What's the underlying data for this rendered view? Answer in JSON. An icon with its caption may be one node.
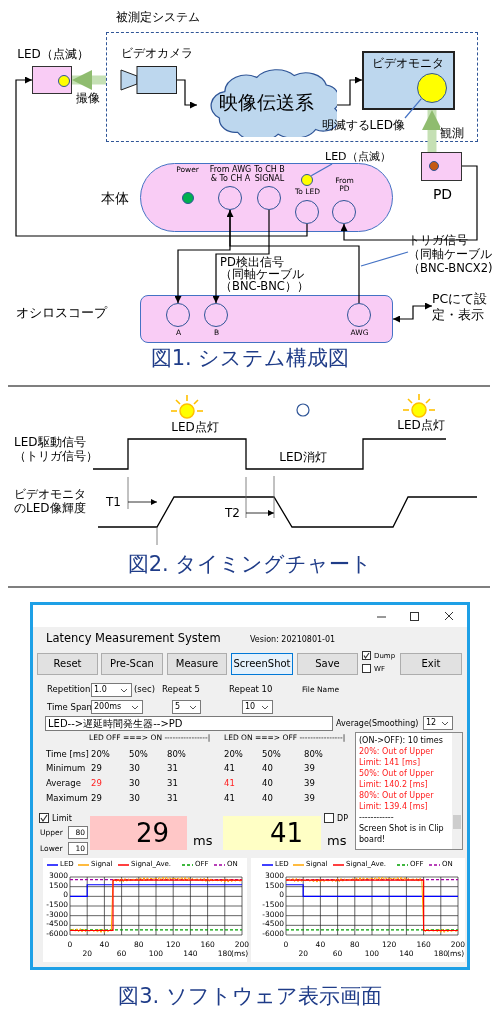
{
  "diagram": {
    "nodes": [
      {
        "text": [
          "被測定システム"
        ]
      },
      {
        "text": [
          "LED（点滅）"
        ]
      },
      {
        "text": [
          "ビデオカメラ"
        ],
        "in": 0
      },
      {
        "text": [
          "映像伝送系"
        ],
        "in": 0
      },
      {
        "text": [
          "ビデオモニタ"
        ],
        "in": 0
      },
      {
        "text": [
          "明滅するLED像"
        ],
        "in": 0
      },
      {
        "text": [],
        "shape": "circle",
        "in": 4
      },
      {
        "text": [
          "PD"
        ]
      },
      {
        "text": [
          "本体"
        ]
      },
      {
        "text": [
          "Power"
        ],
        "in": 8
      },
      {
        "text": [
          "From AWG & To CH A"
        ],
        "in": 8
      },
      {
        "text": [
          "To CH B SIGNAL"
        ],
        "in": 8
      },
      {
        "text": [
          "LED（点滅）"
        ]
      },
      {
        "text": [],
        "shape": "circle",
        "in": 8
      },
      {
        "text": [
          "To LED"
        ],
        "in": 8
      },
      {
        "text": [
          "From PD"
        ],
        "in": 8
      },
      {
        "text": [
          "オシロスコープ"
        ]
      },
      {
        "text": [
          "A"
        ],
        "in": 16
      },
      {
        "text": [
          "B"
        ],
        "in": 16
      },
      {
        "text": [
          "AWG"
        ],
        "in": 16
      },
      {
        "text": [
          "PCにて設定・表示"
        ]
      },
      {
        "text": [
          "トリガ信号（同軸ケーブル（BNC-BNCX2)"
        ]
      }
    ],
    "edges": [
      {
        "from": 0,
        "to": 1,
        "arrow": "to",
        "label": "撮像",
        "style": "thick",
        "color": "#c5e0b4"
      },
      {
        "from": 2,
        "to": 3,
        "arrow": "to"
      },
      {
        "from": 3,
        "to": 4,
        "arrow": "to"
      },
      {
        "from": 7,
        "to": 4,
        "arrow": "to",
        "label": "観測",
        "style": "thick",
        "color": "#c5e0b4"
      },
      {
        "from": 5,
        "to": 6,
        "arrow": "none",
        "color": "#4472c4"
      },
      {
        "from": 12,
        "to": 13,
        "arrow": "none",
        "color": "#4472c4"
      },
      {
        "from": 14,
        "to": 1,
        "arrow": "to"
      },
      {
        "from": 7,
        "to": 15,
        "arrow": "to"
      },
      {
        "from": 19,
        "to": 10,
        "arrow": "to"
      },
      {
        "from": 10,
        "to": 17,
        "arrow": "to"
      },
      {
        "from": 11,
        "to": 18,
        "arrow": "to",
        "label": "PD検出信号（同軸ケーブル（BNC-BNC））"
      },
      {
        "from": 21,
        "to": null,
        "arrow": "none",
        "color": "#4472c4"
      },
      {
        "from": 16,
        "to": 20,
        "arrow": "both"
      }
    ],
    "labels": [
      "図1. システム構成図",
      "LED点灯",
      "LED点灯",
      "LED駆動信号（トリガ信号）",
      "LED消灯",
      "ビデオモニタのLED像輝度",
      "T1",
      "T2",
      "図2. タイミングチャート",
      "Latency Measurement System",
      "Vesion: 20210801-01",
      "Reset",
      "Pre-Scan",
      "Measure",
      "ScreenShot",
      "Save",
      "Dump",
      "WF",
      "Exit",
      "Repetition",
      "1.0",
      "(sec)",
      "Repeat 5",
      "Repeat 10",
      "File Name",
      "Time Span",
      "200ms",
      "5",
      "10",
      "LED-->遅延時間発生器-->PD",
      "Average(Smoothing)",
      "12",
      "LED OFF ===> ON ----------------|",
      "LED ON ===> OFF ----------------|",
      "Time [ms]",
      "20%",
      "50%",
      "80%",
      "20%",
      "50%",
      "80%",
      "Minimum",
      "29",
      "30",
      "31",
      "41",
      "40",
      "39",
      "Average",
      "29",
      "30",
      "31",
      "41",
      "40",
      "39",
      "Maximum",
      "29",
      "30",
      "31",
      "41",
      "40",
      "39",
      "(ON->OFF): 10 times",
      "20%: Out of Upper Limit: 141 [ms]",
      "50%: Out of Upper Limit: 140.2 [ms]",
      "80%: Out of Upper Limit: 139.4 [ms]",
      "------------",
      "Screen Shot is in Clip board!",
      "Limit",
      "Upper",
      "80",
      "Lower",
      "10",
      "29",
      "ms",
      "41",
      "ms",
      "DP",
      "3000",
      "1500",
      "0",
      "-1500",
      "-3000",
      "-4500",
      "-6000",
      "0",
      "20",
      "40",
      "60",
      "80",
      "100",
      "120",
      "140",
      "160",
      "180",
      "200",
      "(ms)",
      "3000",
      "1500",
      "0",
      "-1500",
      "-3000",
      "-4500",
      "-6000",
      "0",
      "20",
      "40",
      "60",
      "80",
      "100",
      "120",
      "140",
      "160",
      "180",
      "200",
      "(ms)",
      "図3. ソフトウェア表示画面"
    ],
    "legend": [
      {
        "text": "LED"
      },
      {
        "text": "Signal"
      },
      {
        "text": "Signal_Ave."
      },
      {
        "text": "OFF"
      },
      {
        "text": "ON"
      },
      {
        "text": "LED"
      },
      {
        "text": "Signal"
      },
      {
        "text": "Signal_Ave."
      },
      {
        "text": "OFF"
      },
      {
        "text": "ON"
      }
    ]
  }
}
